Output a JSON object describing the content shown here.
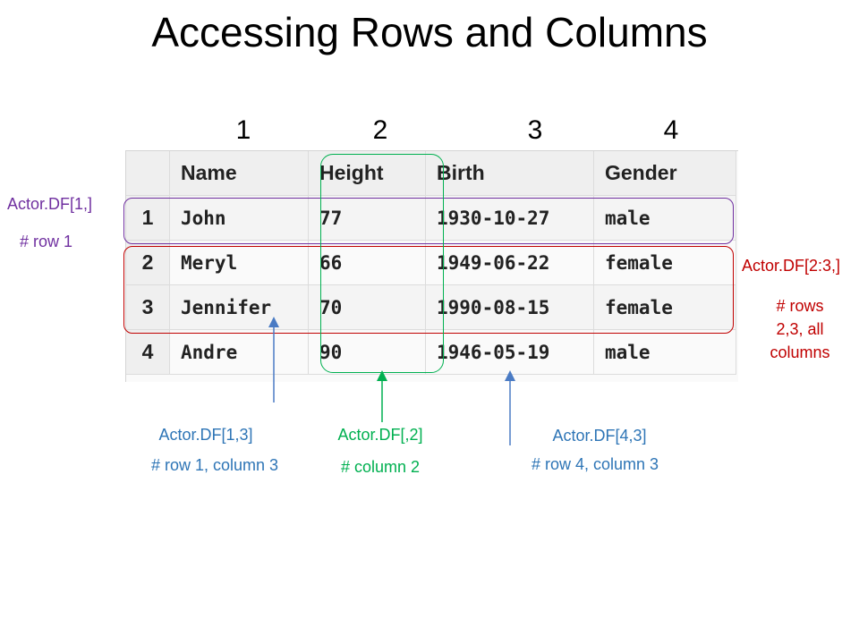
{
  "title": "Accessing Rows and Columns",
  "column_numbers": [
    "1",
    "2",
    "3",
    "4"
  ],
  "table": {
    "headers": [
      "Name",
      "Height",
      "Birth",
      "Gender"
    ],
    "rows": [
      {
        "index": "1",
        "cells": [
          "John",
          "77",
          "1930-10-27",
          "male"
        ]
      },
      {
        "index": "2",
        "cells": [
          "Meryl",
          "66",
          "1949-06-22",
          "female"
        ]
      },
      {
        "index": "3",
        "cells": [
          "Jennifer",
          "70",
          "1990-08-15",
          "female"
        ]
      },
      {
        "index": "4",
        "cells": [
          "Andre",
          "90",
          "1946-05-19",
          "male"
        ]
      }
    ]
  },
  "annotations": {
    "row1": {
      "code": "Actor.DF[1,]",
      "comment": "# row 1"
    },
    "rows23": {
      "code": "Actor.DF[2:3,]",
      "comment_line1": "# rows",
      "comment_line2": "2,3, all",
      "comment_line3": "columns"
    },
    "cell13": {
      "code": "Actor.DF[1,3]",
      "comment": "# row 1, column 3"
    },
    "col2": {
      "code": "Actor.DF[,2]",
      "comment": "# column 2"
    },
    "cell43": {
      "code": "Actor.DF[4,3]",
      "comment": "# row 4, column 3"
    }
  },
  "colors": {
    "purple": "#7030a0",
    "red": "#c00000",
    "blue": "#2e75b6",
    "green": "#00b050"
  }
}
